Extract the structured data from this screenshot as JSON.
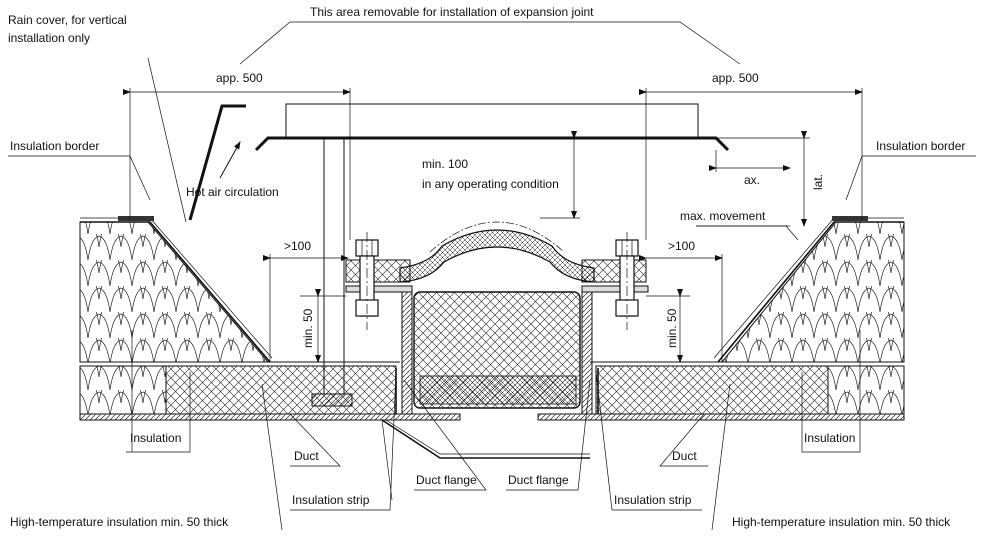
{
  "labels": {
    "rain_cover_line1": "Rain cover, for vertical",
    "rain_cover_line2": "installation only",
    "removable_area": "This area removable for installation of expansion joint",
    "app_left": "app. 500",
    "app_right": "app. 500",
    "insulation_border_left": "Insulation border",
    "insulation_border_right": "Insulation border",
    "hot_air": "Hot air circulation",
    "min100_line1": "min. 100",
    "min100_line2": "in any operating condition",
    "ax": "ax.",
    "lat": "lat.",
    "max_movement": "max. movement",
    "gt100_left": ">100",
    "gt100_right": ">100",
    "min50_left": "min. 50",
    "min50_right": "min. 50",
    "insulation_left": "Insulation",
    "insulation_right": "Insulation",
    "duct_left": "Duct",
    "duct_right": "Duct",
    "duct_flange_left": "Duct flange",
    "duct_flange_right": "Duct flange",
    "insulation_strip_left": "Insulation strip",
    "insulation_strip_right": "Insulation strip",
    "ht_insulation_left": "High-temperature insulation min. 50 thick",
    "ht_insulation_right": "High-temperature insulation min. 50 thick"
  }
}
